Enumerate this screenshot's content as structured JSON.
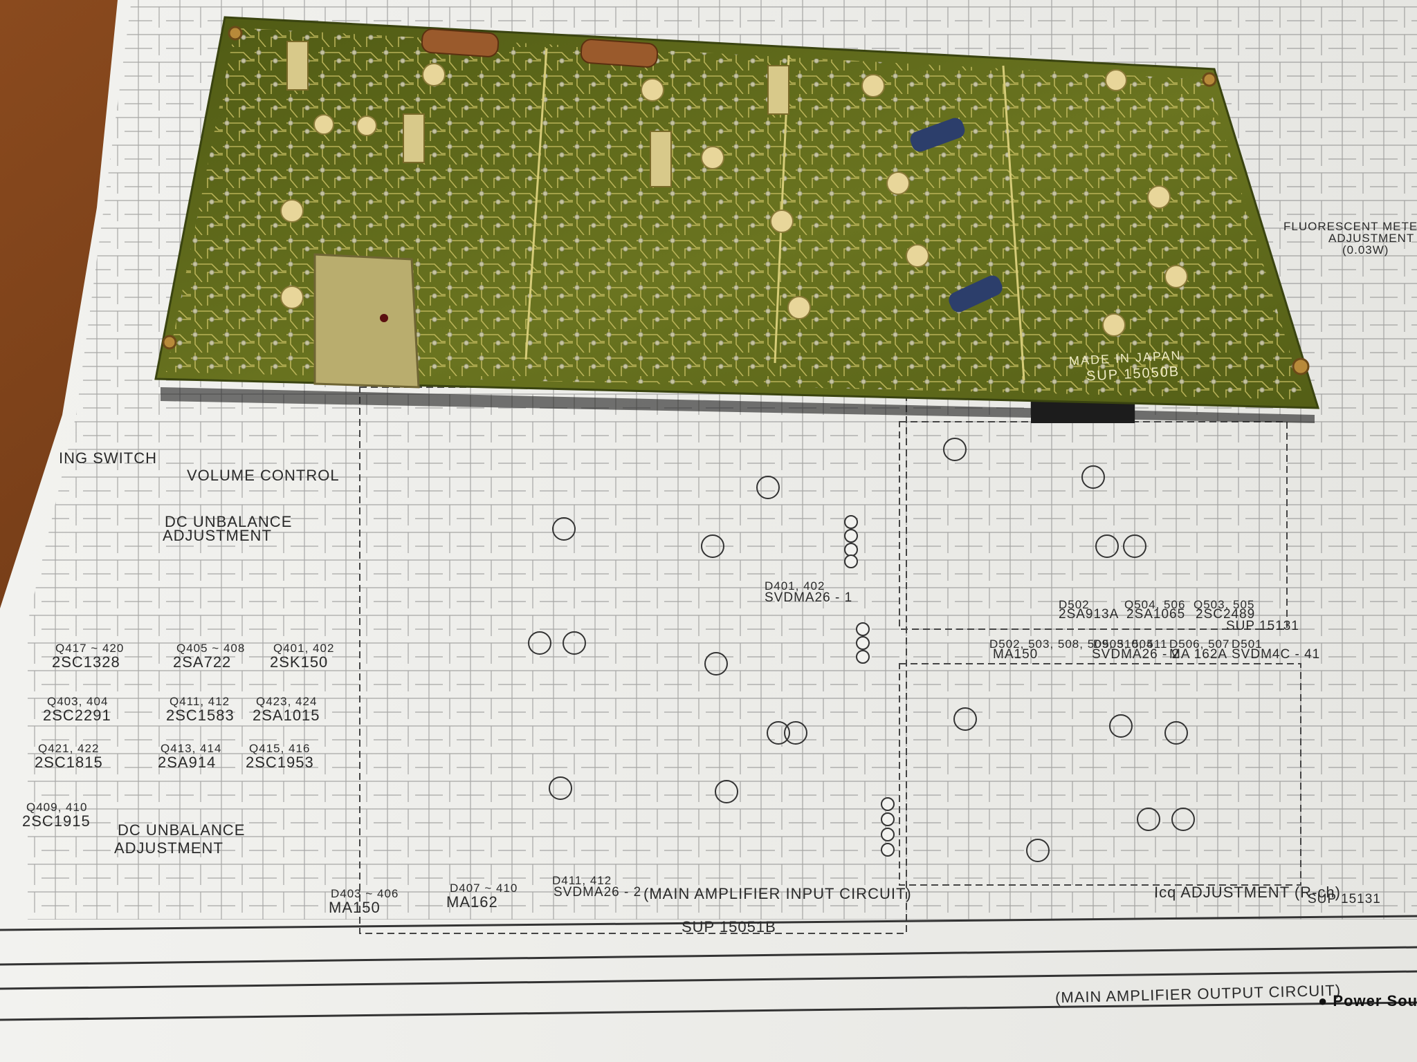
{
  "photo": {
    "pcb": {
      "made_in": "MADE IN JAPAN",
      "part_number": "SUP 15050B"
    },
    "schematic": {
      "labels": {
        "dc_unbalance_1": "DC UNBALANCE",
        "adjustment_1": "ADJUSTMENT",
        "dc_unbalance_2": "DC UNBALANCE",
        "adjustment_2": "ADJUSTMENT",
        "ing_switch": "ING SWITCH",
        "volume_control": "VOLUME CONTROL",
        "main_input_circuit": "(MAIN AMPLIFIER INPUT CIRCUIT)",
        "main_input_board": "SUP 15051B",
        "main_output_circuit": "(MAIN AMPLIFIER OUTPUT CIRCUIT)",
        "power_source": "● Power Sourc",
        "icq_adjustment": "Icq ADJUSTMENT (R-ch)",
        "sup_15131_a": "SUP 15131",
        "sup_15131_b": "SUP 15131",
        "fluorescent_meter": "FLUORESCENT METER",
        "meter_adjustment": "ADJUSTMENT",
        "meter_power": "(0.03W)",
        "svdma26_1": "SVDMA26 - 1",
        "svdma26_2": "SVDMA26 - 2",
        "q401_402_label": "Q401, 402",
        "svdma26_1_pins": "D401, 402"
      },
      "transistor_table": [
        {
          "ref": "Q417 ~ 420",
          "part": "2SC1328"
        },
        {
          "ref": "Q405 ~ 408",
          "part": "2SA722"
        },
        {
          "ref": "Q401, 402",
          "part": "2SK150"
        },
        {
          "ref": "Q403, 404",
          "part": "2SC2291"
        },
        {
          "ref": "Q411, 412",
          "part": "2SC1583"
        },
        {
          "ref": "Q423, 424",
          "part": "2SA1015"
        },
        {
          "ref": "Q421, 422",
          "part": "2SC1815"
        },
        {
          "ref": "Q413, 414",
          "part": "2SA914"
        },
        {
          "ref": "Q415, 416",
          "part": "2SC1953"
        },
        {
          "ref": "Q409, 410",
          "part": "2SC1915"
        }
      ],
      "diode_table": [
        {
          "ref": "D403 ~ 406",
          "part": "MA150"
        },
        {
          "ref": "D407 ~ 410",
          "part": "MA162"
        },
        {
          "ref": "D411, 412",
          "part": "SVDMA26 - 2"
        }
      ],
      "output_table": [
        {
          "ref": "D502",
          "part": "2SA913A"
        },
        {
          "ref": "Q504, 506",
          "part": "2SA1065"
        },
        {
          "ref": "Q503, 505",
          "part": "2SC2489"
        },
        {
          "ref": "D502, 503, 508, 509, 510, 511",
          "part": "MA150"
        },
        {
          "ref": "D503, 504",
          "part": "SVDMA26 - 2"
        },
        {
          "ref": "D506, 507",
          "part": "MA 162A"
        },
        {
          "ref": "D501",
          "part": "SVDM4C - 41"
        }
      ]
    }
  }
}
